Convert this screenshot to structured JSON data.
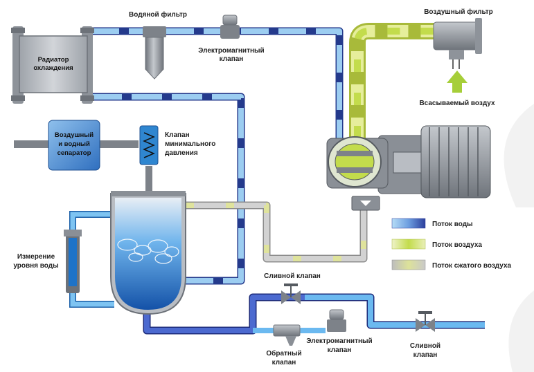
{
  "labels": {
    "water_filter": "Водяной фильтр",
    "solenoid_top_1": "Электромагнитный",
    "solenoid_top_2": "клапан",
    "air_filter": "Воздушный фильтр",
    "radiator_1": "Радиатор",
    "radiator_2": "охлаждения",
    "intake_air": "Всасываемый воздух",
    "separator_1": "Воздушный",
    "separator_2": "и водный",
    "separator_3": "сепаратор",
    "min_valve_1": "Клапан",
    "min_valve_2": "минимального",
    "min_valve_3": "давления",
    "level_1": "Измерение",
    "level_2": "уровня воды",
    "drain_top": "Сливной клапан",
    "check_valve_1": "Обратный",
    "check_valve_2": "клапан",
    "solenoid_bottom_1": "Электромагнитный",
    "solenoid_bottom_2": "клапан",
    "drain_right_1": "Сливной",
    "drain_right_2": "клапан"
  },
  "legend": [
    {
      "label": "Поток воды",
      "kind": "water"
    },
    {
      "label": "Поток воздуха",
      "kind": "air"
    },
    {
      "label": "Поток сжатого воздуха",
      "kind": "compressed"
    }
  ],
  "colors": {
    "water_light": "#a9d3f2",
    "water_dark": "#2c3f9c",
    "air_light": "#c3dc4c",
    "air_pale": "#e9efb8",
    "compressed_light": "#c9c9c9",
    "compressed_accent": "#dde29a",
    "equipment": "#8a8f96",
    "tank_water": "#1e73c8",
    "arrow": "#a6ce39"
  }
}
